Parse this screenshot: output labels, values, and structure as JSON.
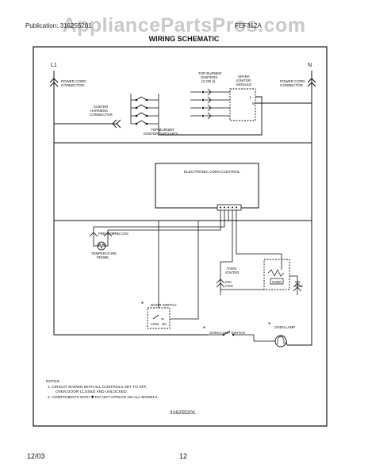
{
  "header": {
    "watermark": "AppliancePartsPros.com",
    "left": "Publication: 316255201",
    "right": "FEF312A",
    "title": "WIRING SCHEMATIC"
  },
  "schematic": {
    "l1": "L1",
    "n": "N",
    "power_cord_left": [
      "POWER CORD",
      "CONNECTOR"
    ],
    "power_cord_right": [
      "POWER CORD",
      "CONNECTOR"
    ],
    "top_burner_igniters": [
      "TOP BURNER",
      "IGNITERS",
      "(2 OR 4)"
    ],
    "spark_igniter_module": [
      "SPARK",
      "IGNITER",
      "MODULE"
    ],
    "igniter_harness": [
      "IGNITER",
      "HARNESS",
      "CONNECTOR"
    ],
    "top_burner_switches": [
      "TOP BURNER",
      "IGNITER SWITCHES"
    ],
    "module_terminals": [
      "L",
      "N"
    ],
    "electronic_oven_control": "ELECTRONIC OVEN CONTROL",
    "prb_con_left": "PRB CON",
    "prb_con_right": "PRB CON",
    "temperature_probe": [
      "TEMPERATURE",
      "PROBE"
    ],
    "oven_igniter": [
      "OVEN",
      "IGNITER"
    ],
    "oven_label": "OVEN",
    "ign_con": [
      "IGN",
      "CON"
    ],
    "gn_con": [
      "GN",
      "CON"
    ],
    "door_switch": "DOOR SWITCH",
    "com": "COM",
    "nc": "NC",
    "oven_lamp_switch": "OVEN LAMP SWITCH",
    "oven_lamp": "OVEN LAMP",
    "star": "*"
  },
  "notes": {
    "heading": "NOTES:",
    "line1": "1. CIRCUIT SHOWN WITH ALL CONTROLS SET TO OFF,",
    "line1b": "OVEN DOOR CLOSED AND UNLOCKED.",
    "line2": "2. COMPONENTS WITH ✱ DO NOT APPEAR ON ALL MODELS."
  },
  "part_number": "316255201",
  "footer": {
    "date": "12/03",
    "page": "12"
  }
}
